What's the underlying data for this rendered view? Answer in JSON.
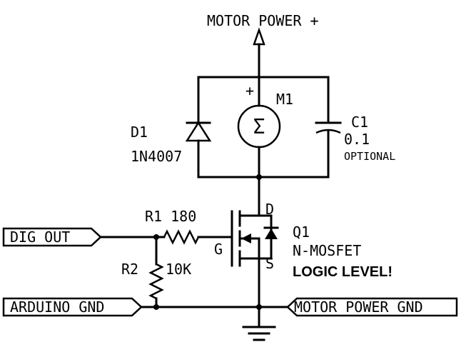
{
  "labels": {
    "motor_power_plus": "MOTOR POWER +",
    "m1": "M1",
    "plus": "+",
    "d1": "D1",
    "d1_part": "1N4007",
    "c1": "C1",
    "c1_value": "0.1",
    "c1_note": "OPTIONAL",
    "r1": "R1 180",
    "r2": "R2",
    "r2_value": "10K",
    "drain": "D",
    "gate": "G",
    "source": "S",
    "q1": "Q1",
    "q1_type": "N-MOSFET",
    "q1_note": "LOGIC LEVEL!",
    "dig_out": "DIG OUT",
    "arduino_gnd": "ARDUINO GND",
    "motor_power_gnd": "MOTOR POWER GND",
    "motor_symbol": "Σ"
  }
}
